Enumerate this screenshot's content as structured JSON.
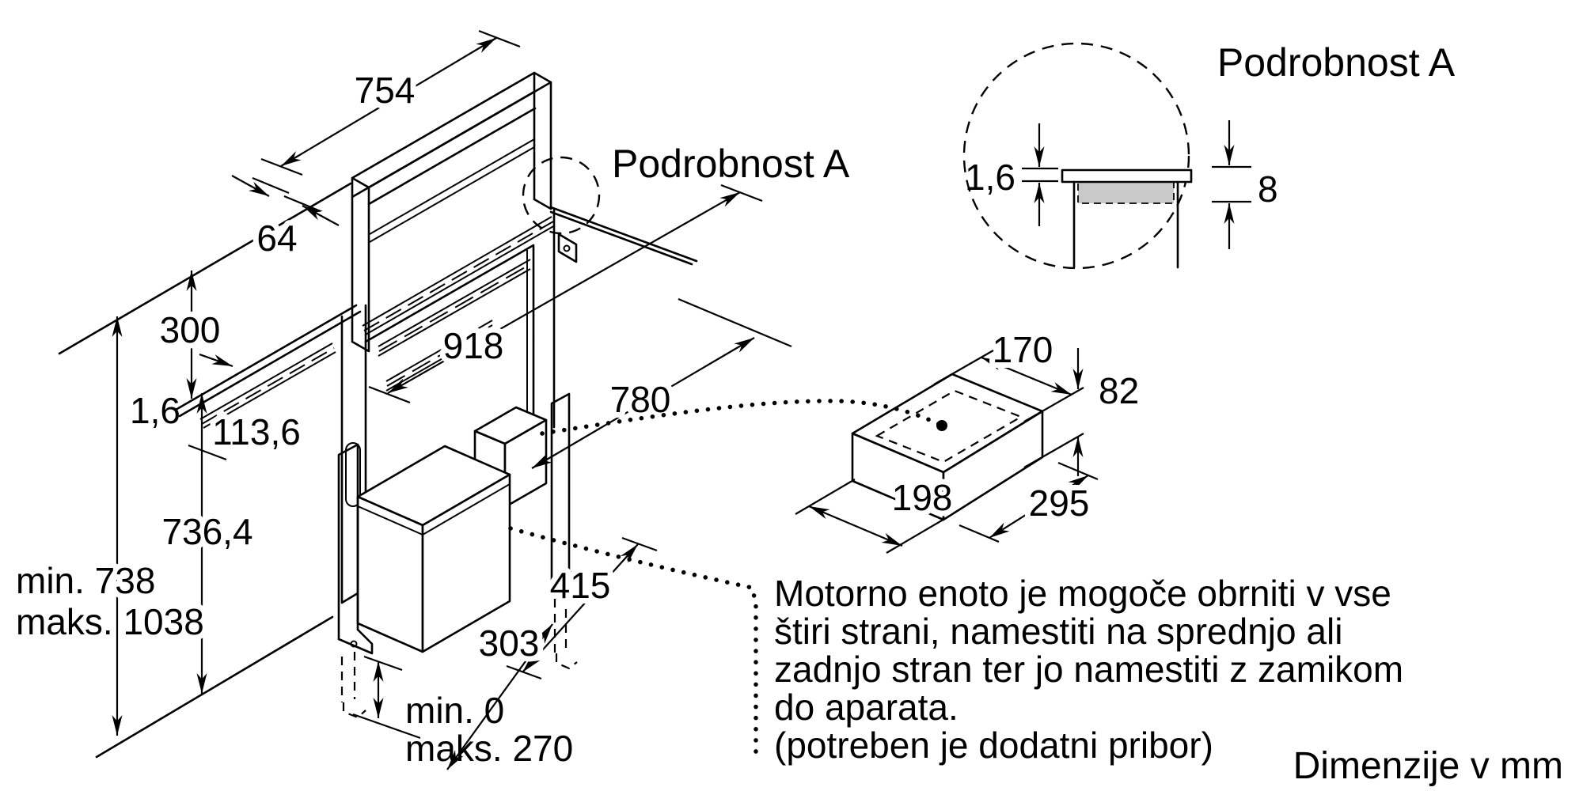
{
  "drawing": {
    "detail_ref_label": "Podrobnost A",
    "detail_title": "Podrobnost A",
    "units_note": "Dimenzije v mm",
    "note": {
      "line1": "Motorno enoto je mogoče obrniti v vse",
      "line2": "štiri strani, namestiti na sprednjo ali",
      "line3": "zadnjo stran ter jo namestiti z zamikom",
      "line4": "do aparata.",
      "line5": "(potreben je dodatni pribor)"
    },
    "dims": {
      "top_width": "754",
      "top_depth": "64",
      "rear_offset": "300",
      "sheet_thickness": "1,6",
      "front_offset": "113,6",
      "under_height": "736,4",
      "install_height_min": "min. 738",
      "install_height_max": "maks. 1038",
      "cutout_width": "918",
      "housing_width": "780",
      "bracket_offset": "415",
      "motor_depth_main": "303",
      "leg_ext_min": "min. 0",
      "leg_ext_max": "maks. 270",
      "detail_sheet_thickness": "1,6",
      "detail_frame_height": "8",
      "motor_top_width": "170",
      "motor_height": "82",
      "motor_depth": "198",
      "motor_length": "295"
    }
  }
}
